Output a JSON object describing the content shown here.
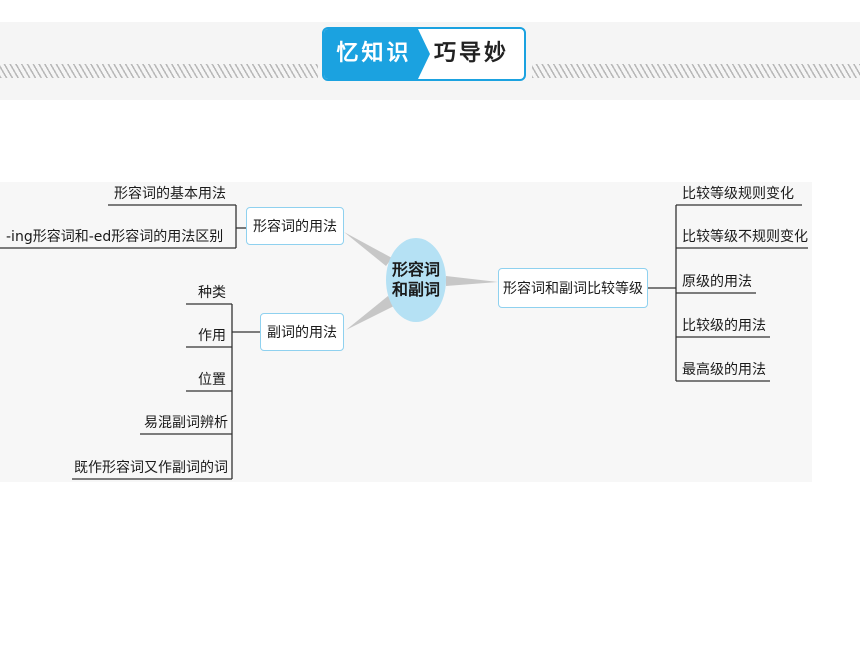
{
  "header": {
    "title_left": "忆知识",
    "title_right": "巧导妙引"
  },
  "center": {
    "line1": "形容词",
    "line2": "和副词"
  },
  "branches": {
    "adjective_usage": {
      "label": "形容词的用法",
      "items": [
        "形容词的基本用法",
        "-ing形容词和-ed形容词的用法区别"
      ]
    },
    "adverb_usage": {
      "label": "副词的用法",
      "items": [
        "种类",
        "作用",
        "位置",
        "易混副词辨析",
        "既作形容词又作副词的词"
      ]
    },
    "comparison": {
      "label": "形容词和副词比较等级",
      "items": [
        "比较等级规则变化",
        "比较等级不规则变化",
        "原级的用法",
        "比较级的用法",
        "最高级的用法"
      ]
    }
  },
  "colors": {
    "accent_blue": "#1ba2e0",
    "node_fill": "#b5e1f4",
    "box_border": "#8fd1ef"
  }
}
